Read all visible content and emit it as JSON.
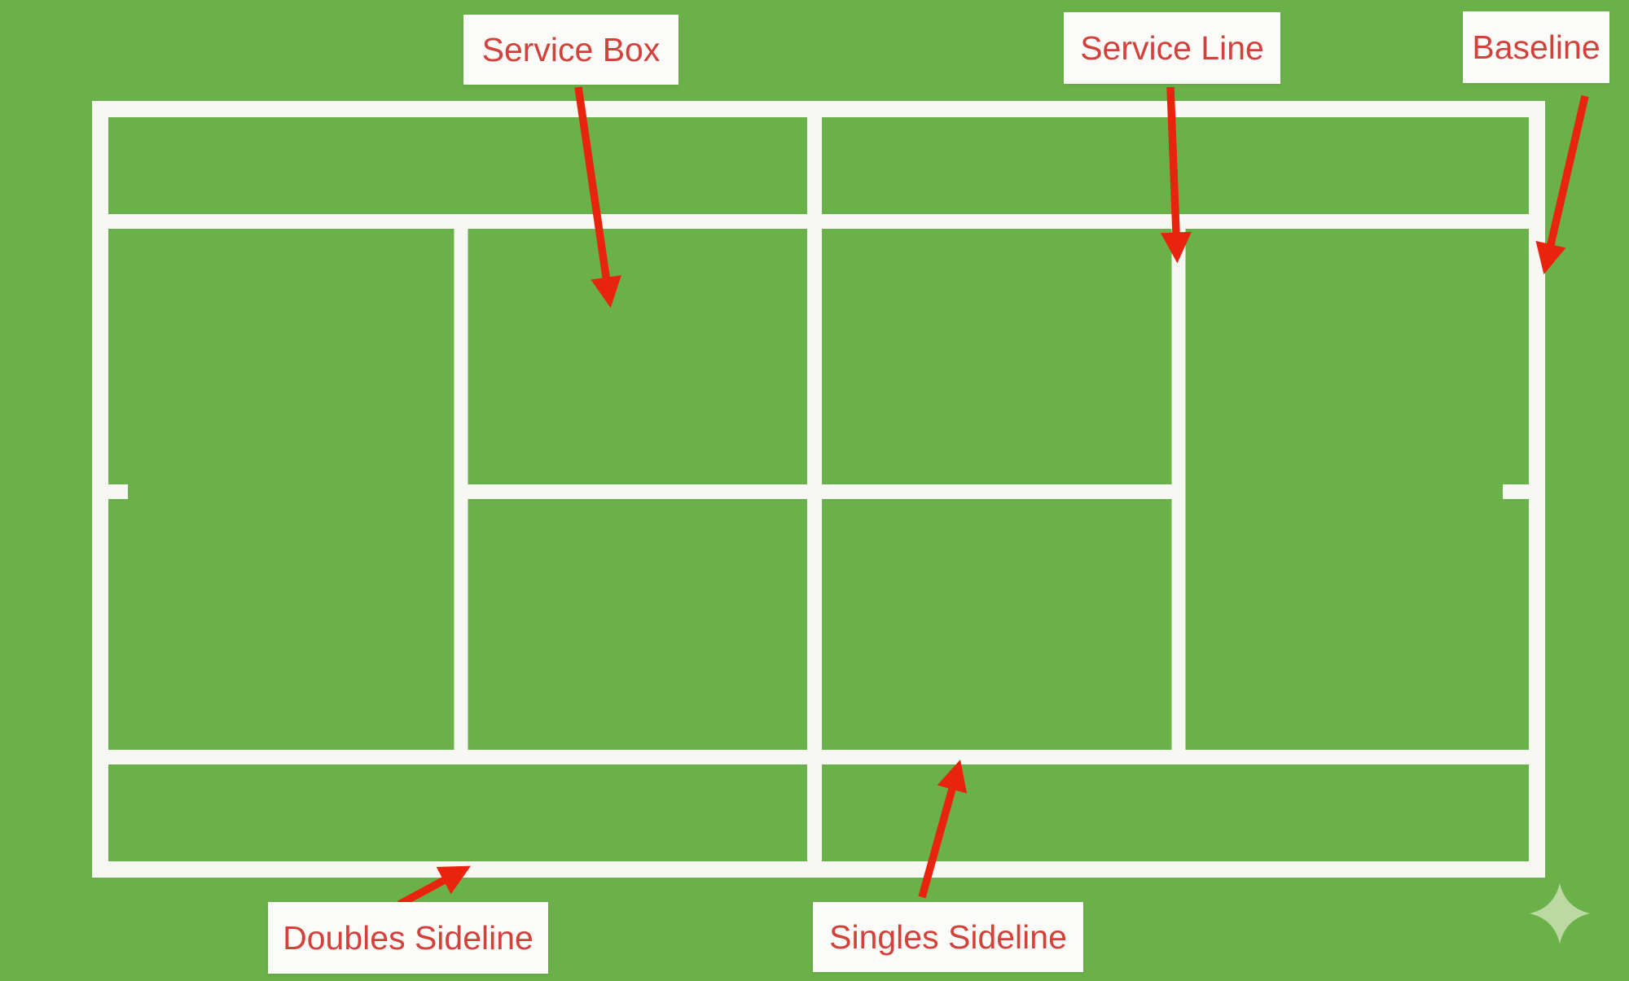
{
  "annotations": {
    "service_box": {
      "text": "Service Box"
    },
    "service_line": {
      "text": "Service Line"
    },
    "baseline": {
      "text": "Baseline"
    },
    "doubles_sideline": {
      "text": "Doubles Sideline"
    },
    "singles_sideline": {
      "text": "Singles Sideline"
    }
  },
  "colors": {
    "background": "#6bb14a",
    "court_line": "#f7f8f4",
    "label_background": "#fbfbf9",
    "label_text": "#d2413a",
    "arrow": "#e8240f",
    "sparkle": "#bdd9a3"
  },
  "icons": {
    "sparkle": "four-point-sparkle"
  }
}
